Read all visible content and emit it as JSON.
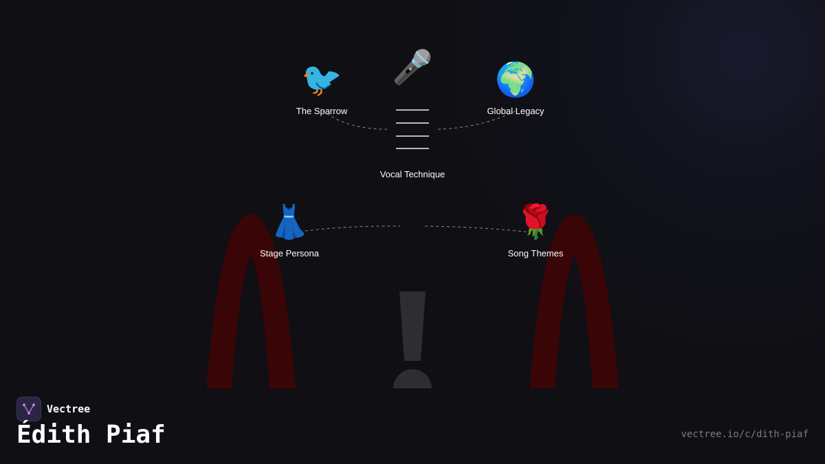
{
  "colors": {
    "background": "#0f0f14",
    "curtain": "#3a0507",
    "stand": "#2e2e30",
    "edge": "#8a8a92",
    "text": "#ffffff",
    "muted": "#7a7a82"
  },
  "diagram": {
    "center": {
      "label": "Vocal Technique",
      "icon": "microphone-icon",
      "glyph": "🎤"
    },
    "nodes": [
      {
        "id": "sparrow",
        "label": "The Sparrow",
        "icon": "bird-icon",
        "glyph": "🐦"
      },
      {
        "id": "legacy",
        "label": "Global Legacy",
        "icon": "globe-icon",
        "glyph": "🌍"
      },
      {
        "id": "persona",
        "label": "Stage Persona",
        "icon": "dress-icon",
        "glyph": "👗"
      },
      {
        "id": "themes",
        "label": "Song Themes",
        "icon": "rose-icon",
        "glyph": "🌹"
      }
    ]
  },
  "brand": {
    "name": "Vectree",
    "icon": "vectree-logo-icon"
  },
  "title": "Édith Piaf",
  "url": "vectree.io/c/dith-piaf"
}
